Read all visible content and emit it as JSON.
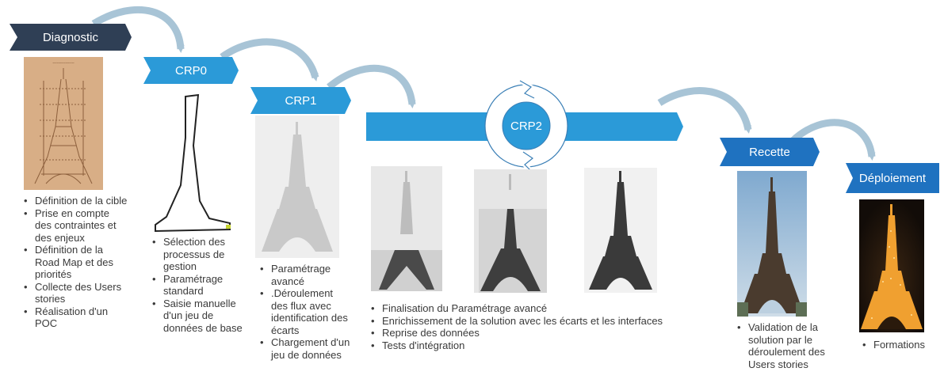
{
  "colors": {
    "dark_banner": "#2f3f55",
    "blue_banner": "#2b9ad8",
    "mid_banner": "#1f72c0",
    "arrow": "#a8c4d6",
    "photo_bg": "#ececec"
  },
  "phases": {
    "diagnostic": {
      "label": "Diagnostic",
      "icon": "eiffel-sketch-icon",
      "bullets": [
        "Définition de la cible",
        "Prise en compte des contraintes et des enjeux",
        "Définition de la Road Map et des priorités",
        "Collecte des Users stories",
        "Réalisation d'un POC"
      ]
    },
    "crp0": {
      "label": "CRP0",
      "icon": "tower-outline-icon",
      "bullets": [
        "Sélection des processus de gestion",
        "Paramétrage standard",
        "Saisie manuelle d'un jeu de données de base"
      ]
    },
    "crp1": {
      "label": "CRP1",
      "icon": "eiffel-faded-photo-icon",
      "bullets": [
        "Paramétrage avancé",
        ".Déroulement des flux avec identification des écarts",
        "Chargement d'un jeu de données"
      ]
    },
    "crp2": {
      "label": "CRP2",
      "icon": "cycle-arrows-icon",
      "bullets": [
        "Finalisation du Paramétrage avancé",
        "Enrichissement de la solution avec les écarts et les interfaces",
        "Reprise des données",
        "Tests d'intégration"
      ]
    },
    "recette": {
      "label": "Recette",
      "icon": "eiffel-photo-icon",
      "bullets": [
        "Validation de la solution par le déroulement des Users stories"
      ]
    },
    "deploiement": {
      "label": "Déploiement",
      "icon": "eiffel-night-photo-icon",
      "bullets": [
        "Formations"
      ]
    }
  }
}
